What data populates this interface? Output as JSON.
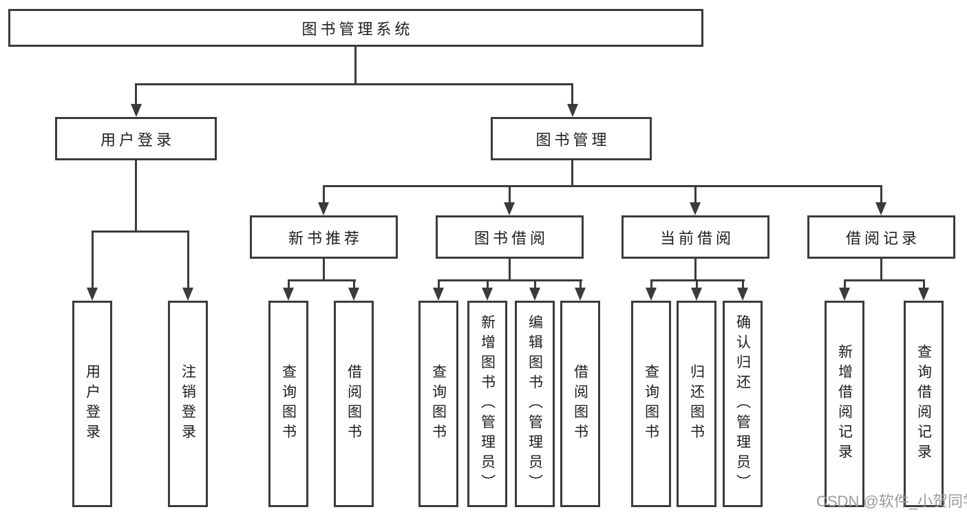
{
  "diagram": {
    "type": "hierarchy-tree",
    "root": {
      "label": "图书管理系统",
      "children": [
        {
          "label": "用户登录",
          "children": [
            {
              "label": "用户登录"
            },
            {
              "label": "注销登录"
            }
          ]
        },
        {
          "label": "图书管理",
          "children": [
            {
              "label": "新书推荐",
              "children": [
                {
                  "label": "查询图书"
                },
                {
                  "label": "借阅图书"
                }
              ]
            },
            {
              "label": "图书借阅",
              "children": [
                {
                  "label": "查询图书"
                },
                {
                  "label": "新增图书（管理员）"
                },
                {
                  "label": "编辑图书（管理员）"
                },
                {
                  "label": "借阅图书"
                }
              ]
            },
            {
              "label": "当前借阅",
              "children": [
                {
                  "label": "查询图书"
                },
                {
                  "label": "归还图书"
                },
                {
                  "label": "确认归还（管理员）"
                }
              ]
            },
            {
              "label": "借阅记录",
              "children": [
                {
                  "label": "新增借阅记录"
                },
                {
                  "label": "查询借阅记录"
                }
              ]
            }
          ]
        }
      ]
    }
  },
  "watermark": {
    "text": "CSDN @软件_小贺同学"
  },
  "colors": {
    "line": "#3b3b3b",
    "text": "#1d1d1f",
    "watermark": "#9b9b9b",
    "background": "#ffffff"
  }
}
